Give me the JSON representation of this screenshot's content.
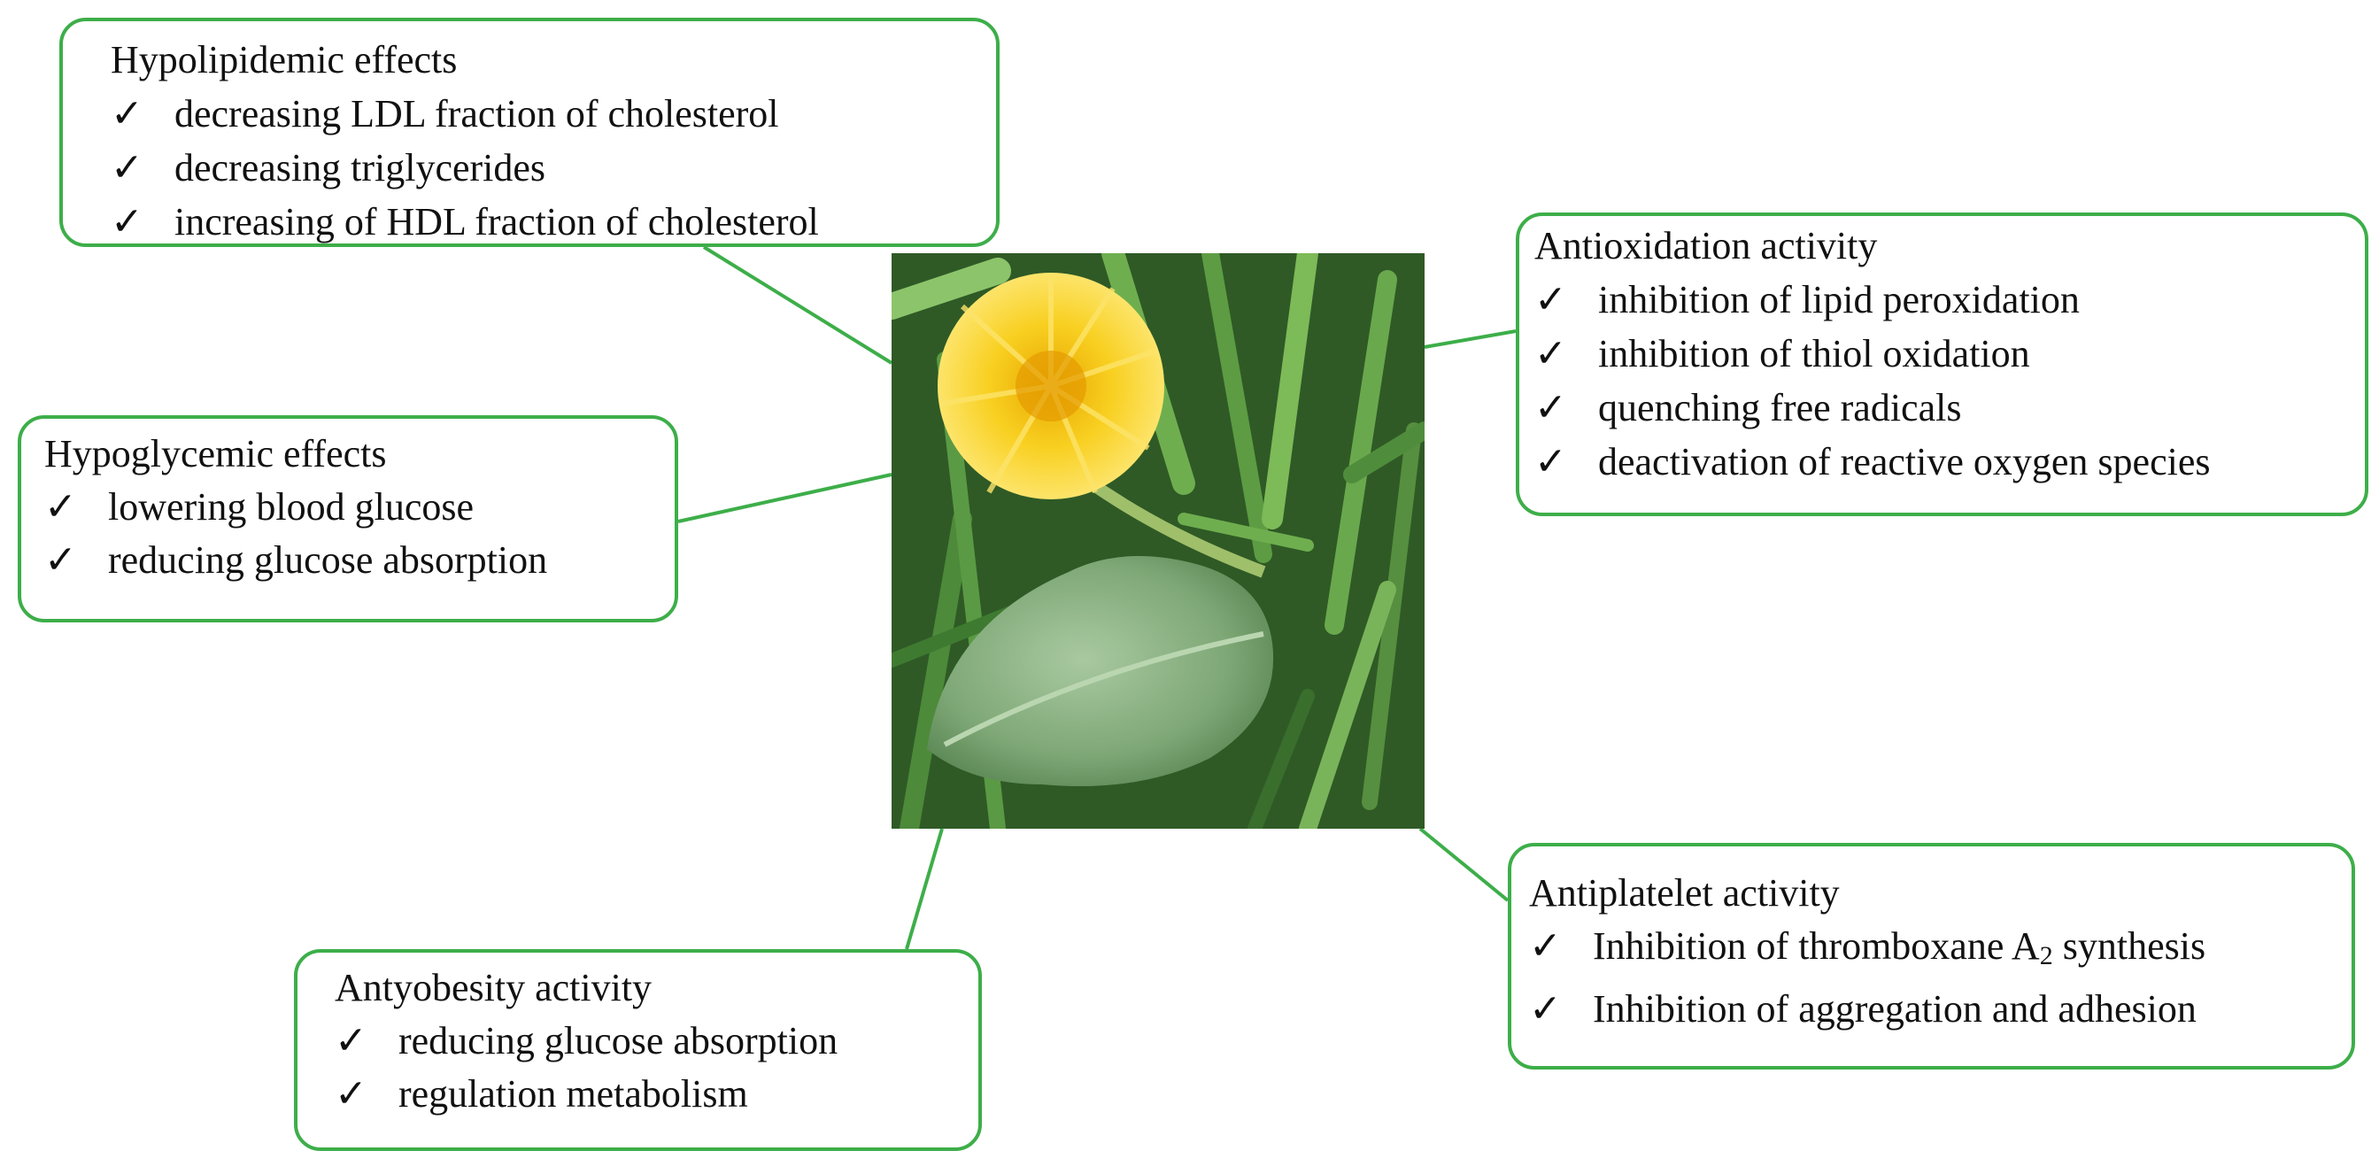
{
  "boxes": {
    "hypolipidemic": {
      "title": "Hypolipidemic effects",
      "items": [
        "decreasing LDL fraction of cholesterol",
        "decreasing triglycerides",
        "increasing of HDL fraction of cholesterol"
      ]
    },
    "hypoglycemic": {
      "title": "Hypoglycemic effects",
      "items": [
        "lowering blood glucose",
        "reducing glucose absorption"
      ]
    },
    "antioxidation": {
      "title": "Antioxidation activity",
      "items": [
        "inhibition of lipid peroxidation",
        "inhibition of thiol oxidation",
        "quenching free radicals",
        "deactivation of reactive oxygen species"
      ]
    },
    "antyobesity": {
      "title": "Antyobesity activity",
      "items": [
        "reducing glucose absorption",
        "regulation metabolism"
      ]
    },
    "antiplatelet": {
      "title": "Antiplatelet activity",
      "items": [
        {
          "pre": "Inhibition of thromboxane A",
          "sub": "2",
          "post": " synthesis"
        },
        "Inhibition of aggregation and adhesion"
      ]
    }
  },
  "check_mark": "✓",
  "colors": {
    "border": "#3dae49",
    "connector": "#3dae49",
    "text": "#111111"
  }
}
